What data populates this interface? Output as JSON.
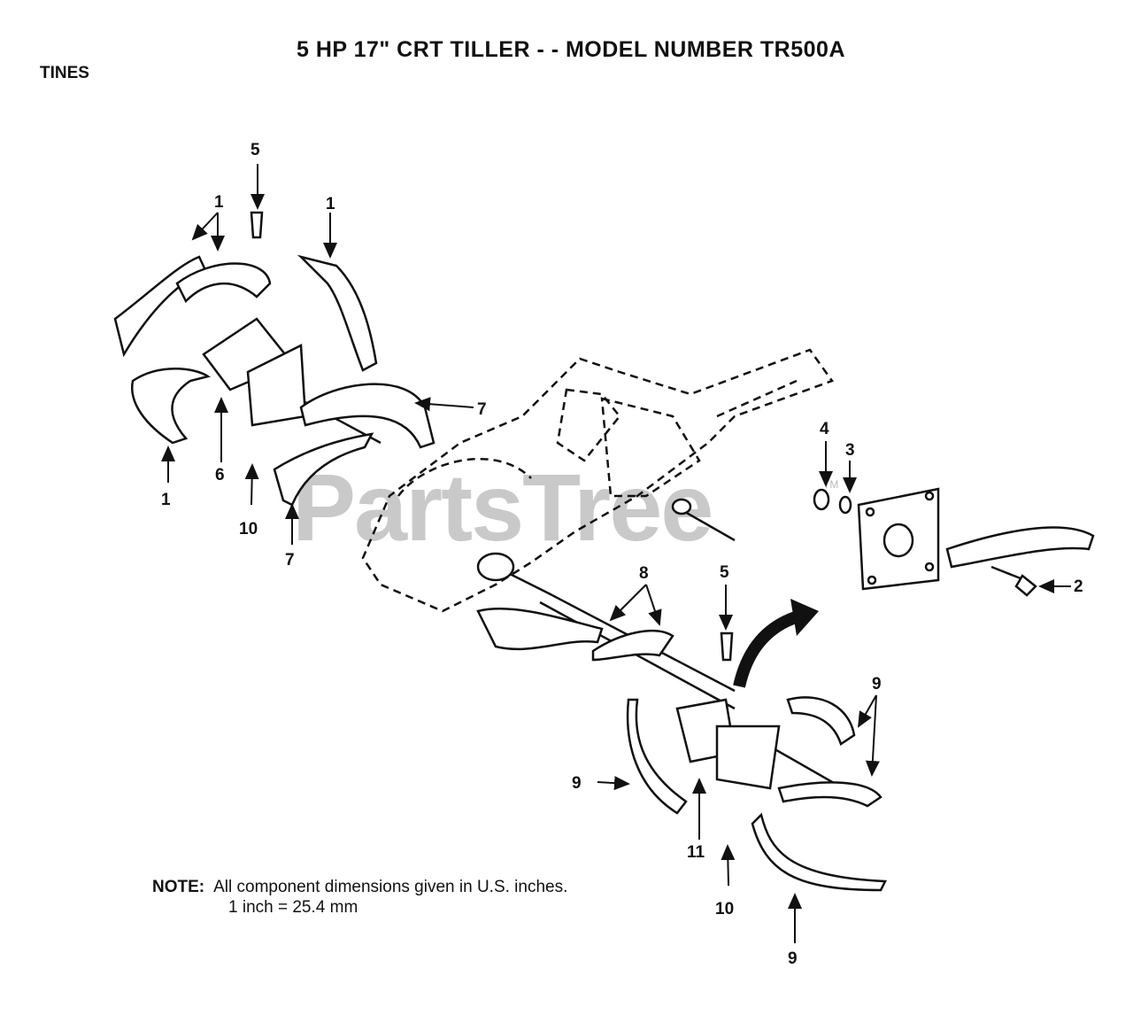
{
  "page": {
    "title": "5 HP  17\" CRT TILLER - - MODEL NUMBER TR500A",
    "section": "TINES",
    "watermark": "PartsTree",
    "trademark": "TM"
  },
  "note": {
    "label": "NOTE:",
    "line1": "All component dimensions given in U.S. inches.",
    "line2": "1 inch = 25.4 mm"
  },
  "callouts": [
    {
      "label": "5"
    },
    {
      "label": "1"
    },
    {
      "label": "1"
    },
    {
      "label": "1"
    },
    {
      "label": "6"
    },
    {
      "label": "10"
    },
    {
      "label": "7"
    },
    {
      "label": "7"
    },
    {
      "label": "4"
    },
    {
      "label": "3"
    },
    {
      "label": "2"
    },
    {
      "label": "8"
    },
    {
      "label": "5"
    },
    {
      "label": "9"
    },
    {
      "label": "9"
    },
    {
      "label": "11"
    },
    {
      "label": "10"
    },
    {
      "label": "9"
    }
  ]
}
